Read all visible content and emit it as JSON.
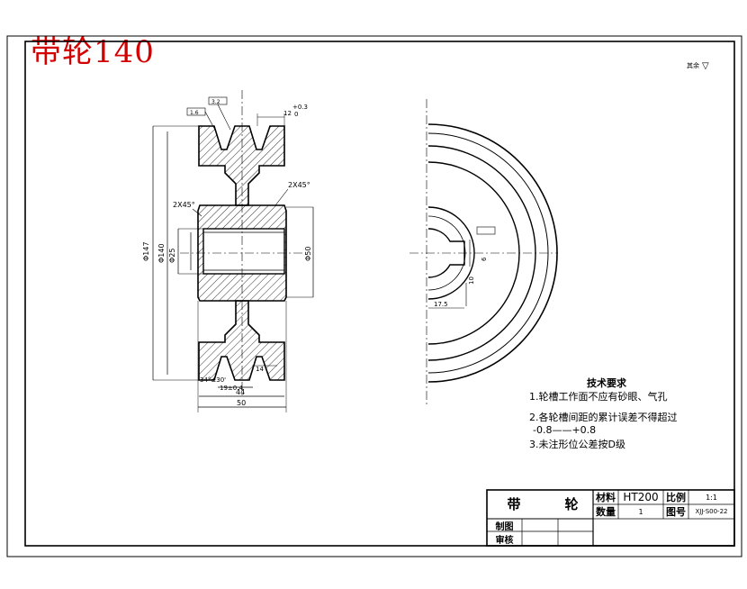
{
  "overlay_title": "带轮140",
  "corner_mark": "其余",
  "corner_symbol": "▽",
  "dims": {
    "d147": "Φ147",
    "d140": "Φ140",
    "d_bore": "Φ25",
    "d50": "Φ50",
    "chamfer_left": "2X45°",
    "chamfer_right": "2X45°",
    "tol_plus": "+0.3",
    "tol_zero": "0",
    "w12": "12",
    "w14": "14",
    "w44": "44",
    "w50": "50",
    "groove_pitch": "19±0.4",
    "groove_angle": "34°±30'",
    "hub_len": "17.5",
    "key_w": "10",
    "dim_6": "6",
    "rough_1": "3.2",
    "rough_2": "1.6"
  },
  "requirements": {
    "heading": "技术要求",
    "items": [
      "1.轮槽工作面不应有砂眼、气孔",
      "2.各轮槽间距的累计误差不得超过",
      "-0.8——+0.8",
      "3.未注形位公差按D级"
    ]
  },
  "title_block": {
    "part_name_1": "带",
    "part_name_2": "轮",
    "material_label": "材料",
    "material_value": "HT200",
    "scale_label": "比例",
    "scale_value": "1:1",
    "qty_label": "数量",
    "qty_value": "1",
    "drawing_no_label": "图号",
    "drawing_no_value": "XJJ-S00-22",
    "drawn_label": "制图",
    "checked_label": "审核"
  }
}
